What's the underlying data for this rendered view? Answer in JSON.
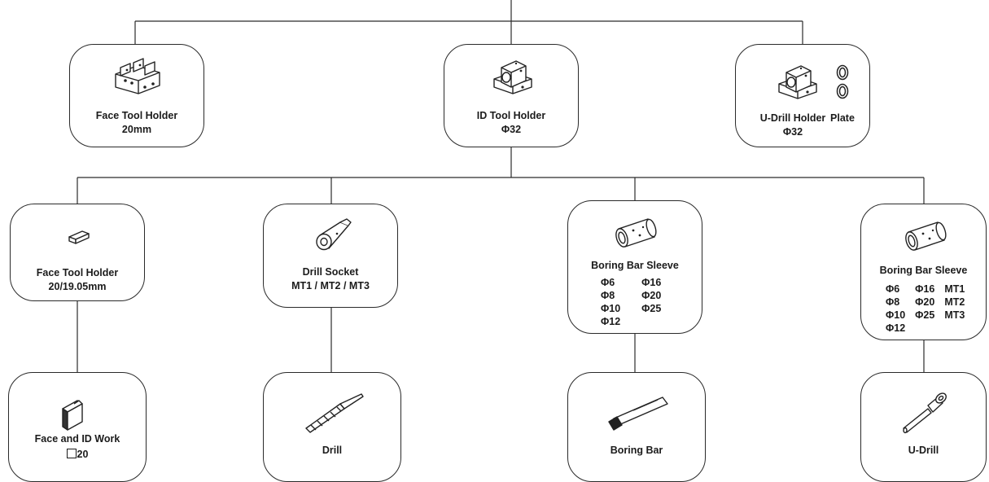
{
  "level1": {
    "face_tool_holder": {
      "title": "Face Tool Holder",
      "spec": "20mm",
      "icon": "face-tool-holder-block-icon"
    },
    "id_tool_holder": {
      "title": "ID Tool Holder",
      "spec": "Φ32",
      "icon": "id-tool-holder-block-icon"
    },
    "u_drill_holder": {
      "title": "U-Drill Holder",
      "spec": "Φ32",
      "icon": "u-drill-holder-block-icon"
    },
    "plate": {
      "title": "Plate",
      "icon": "plate-rings-icon"
    }
  },
  "level2": {
    "face_tool_holder": {
      "title": "Face Tool Holder",
      "spec": "20/19.05mm",
      "icon": "square-insert-bar-icon"
    },
    "drill_socket": {
      "title": "Drill Socket",
      "spec": "MT1 / MT2 / MT3",
      "icon": "drill-socket-icon"
    },
    "boring_bar_sleeve_a": {
      "title": "Boring Bar Sleeve",
      "sizes": [
        [
          "Φ6",
          "Φ16"
        ],
        [
          "Φ8",
          "Φ20"
        ],
        [
          "Φ10",
          "Φ25"
        ],
        [
          "Φ12",
          ""
        ]
      ],
      "icon": "boring-bar-sleeve-icon"
    },
    "boring_bar_sleeve_b": {
      "title": "Boring Bar Sleeve",
      "sizes": [
        [
          "Φ6",
          "Φ16",
          "MT1"
        ],
        [
          "Φ8",
          "Φ20",
          "MT2"
        ],
        [
          "Φ10",
          "Φ25",
          "MT3"
        ],
        [
          "Φ12",
          "",
          ""
        ]
      ],
      "icon": "boring-bar-sleeve-icon"
    }
  },
  "level3": {
    "face_and_id_work": {
      "title": "Face and ID Work",
      "spec": "20",
      "icon": "square-shank-tool-icon"
    },
    "drill": {
      "title": "Drill",
      "icon": "twist-drill-icon"
    },
    "boring_bar": {
      "title": "Boring Bar",
      "icon": "boring-bar-icon"
    },
    "u_drill": {
      "title": "U-Drill",
      "icon": "u-drill-icon"
    }
  }
}
